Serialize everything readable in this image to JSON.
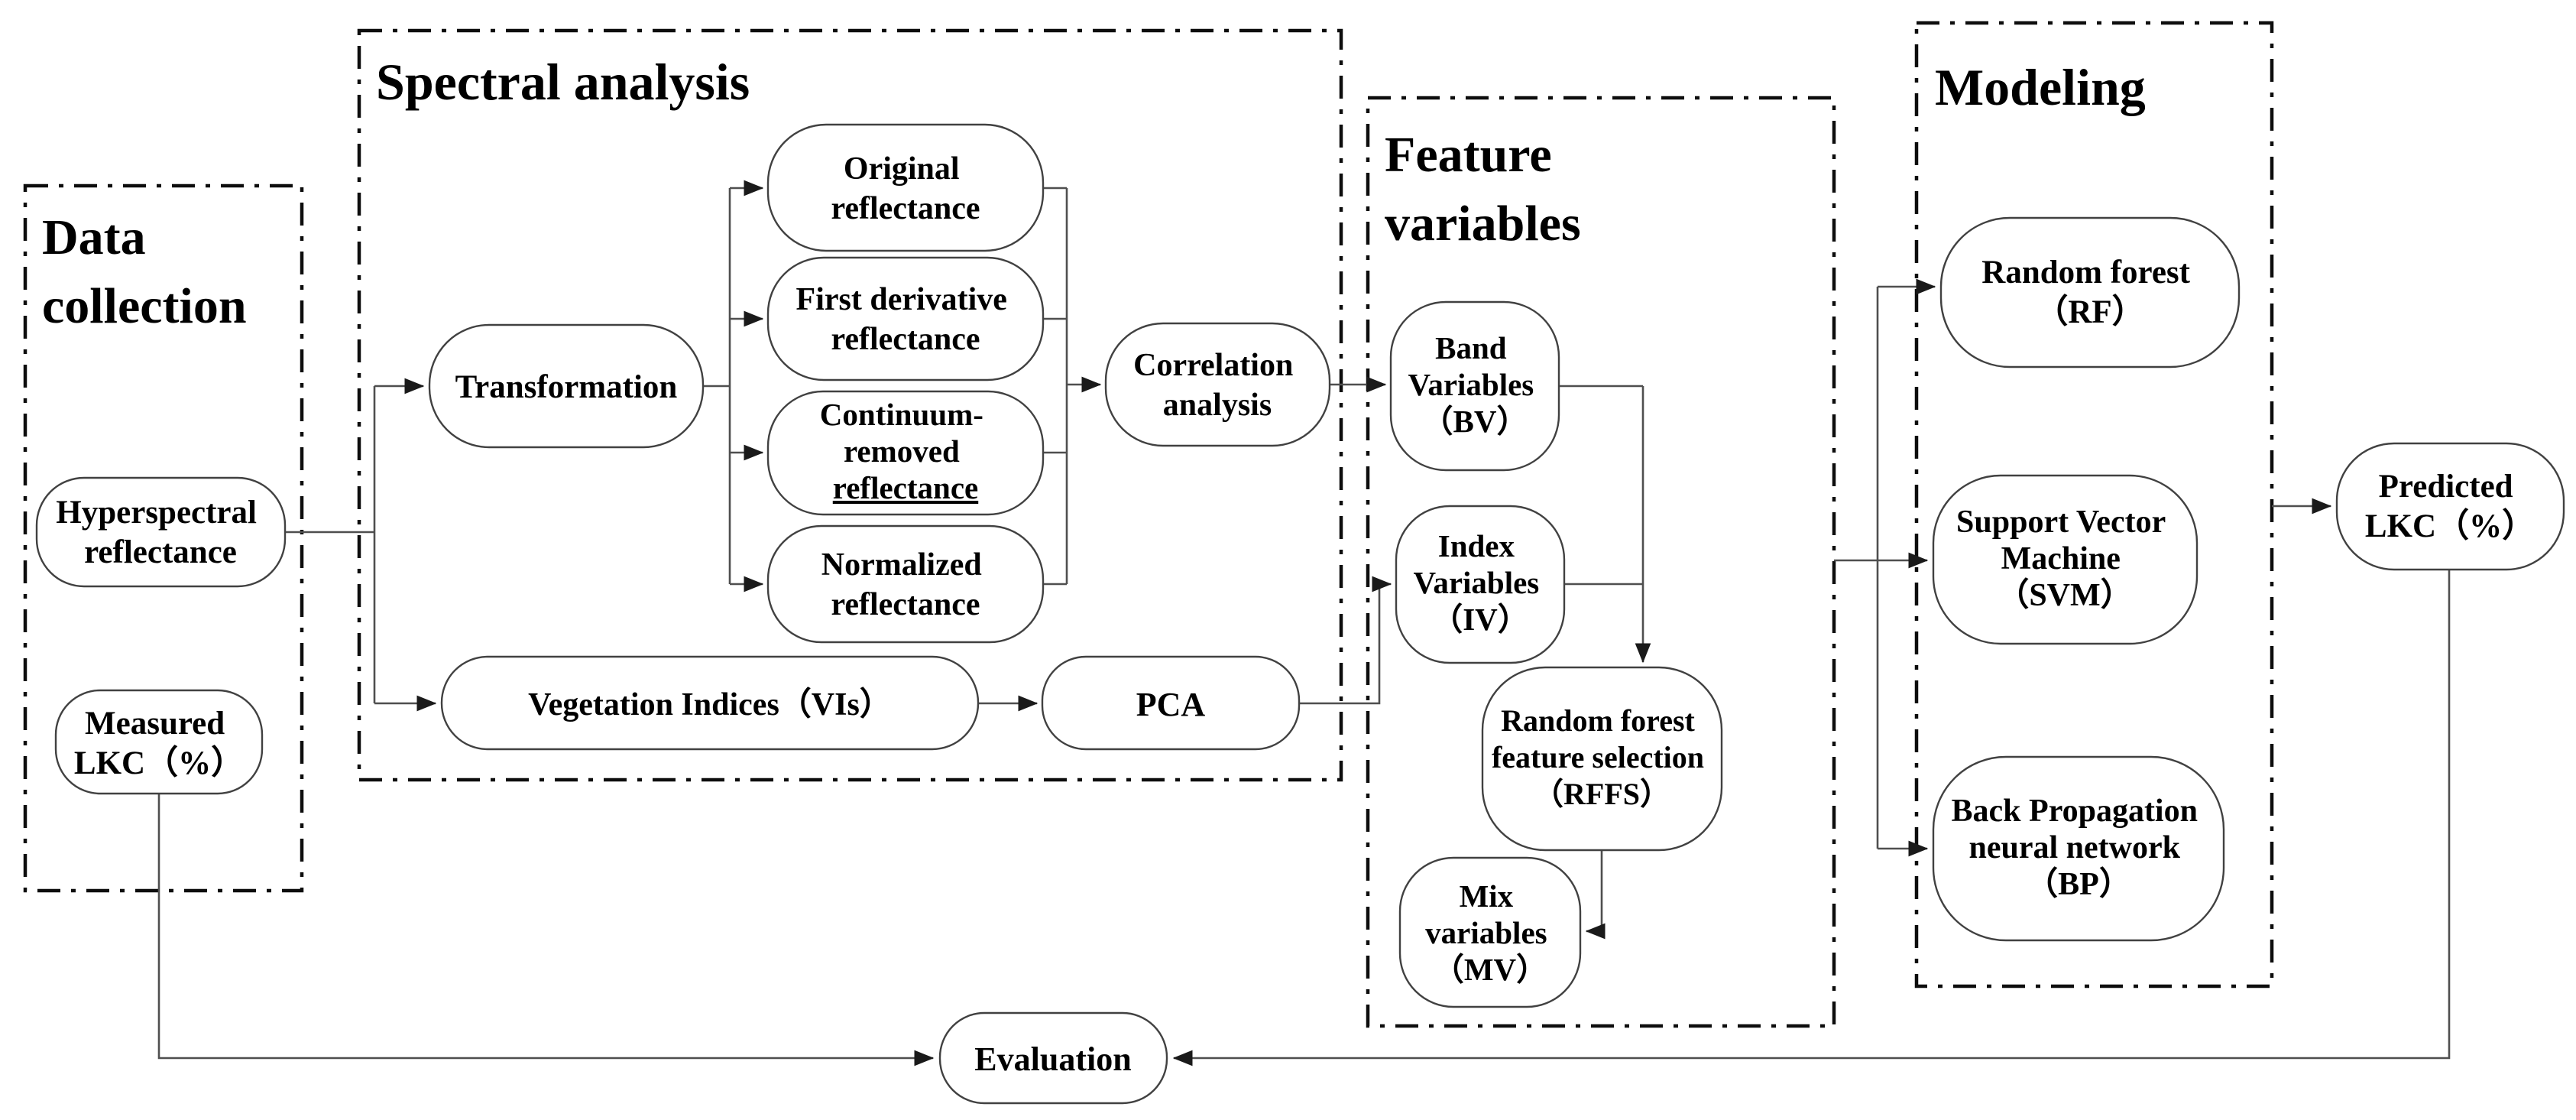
{
  "sections": {
    "data_collection": {
      "title_lines": [
        "Data",
        "collection"
      ]
    },
    "spectral_analysis": {
      "title": "Spectral analysis"
    },
    "feature_variables": {
      "title_lines": [
        "Feature",
        "variables"
      ]
    },
    "modeling": {
      "title": "Modeling"
    }
  },
  "nodes": {
    "hyperspectral": {
      "lines": [
        "Hyperspectral",
        "reflectance"
      ]
    },
    "measured_lkc": {
      "lines": [
        "Measured",
        "LKC（%）"
      ]
    },
    "transformation": {
      "label": "Transformation"
    },
    "original": {
      "lines": [
        "Original",
        "reflectance"
      ]
    },
    "first_derivative": {
      "lines": [
        "First derivative",
        "reflectance"
      ]
    },
    "continuum_removed": {
      "lines": [
        "Continuum-",
        "removed",
        "reflectance"
      ]
    },
    "normalized": {
      "lines": [
        "Normalized",
        "reflectance"
      ]
    },
    "correlation": {
      "lines": [
        "Correlation",
        "analysis"
      ]
    },
    "vegetation_indices": {
      "label": "Vegetation Indices（VIs）"
    },
    "pca": {
      "label": "PCA"
    },
    "band_variables": {
      "lines": [
        "Band",
        "Variables",
        "（BV）"
      ]
    },
    "index_variables": {
      "lines": [
        "Index",
        "Variables",
        "（IV）"
      ]
    },
    "rffs": {
      "lines": [
        "Random forest",
        "feature selection",
        "（RFFS）"
      ]
    },
    "mix_variables": {
      "lines": [
        "Mix",
        "variables",
        "（MV）"
      ]
    },
    "random_forest": {
      "lines": [
        "Random forest",
        "（RF）"
      ]
    },
    "svm": {
      "lines": [
        "Support Vector",
        "Machine",
        "（SVM）"
      ]
    },
    "bp": {
      "lines": [
        "Back Propagation",
        "neural network",
        "（BP）"
      ]
    },
    "predicted_lkc": {
      "lines": [
        "Predicted",
        "LKC（%）"
      ]
    },
    "evaluation": {
      "label": "Evaluation"
    }
  },
  "colors": {
    "background": "#ffffff",
    "text": "#000000",
    "node_border": "#414141",
    "section_border": "#0d0d0d",
    "connector": "#4f4f4f"
  }
}
